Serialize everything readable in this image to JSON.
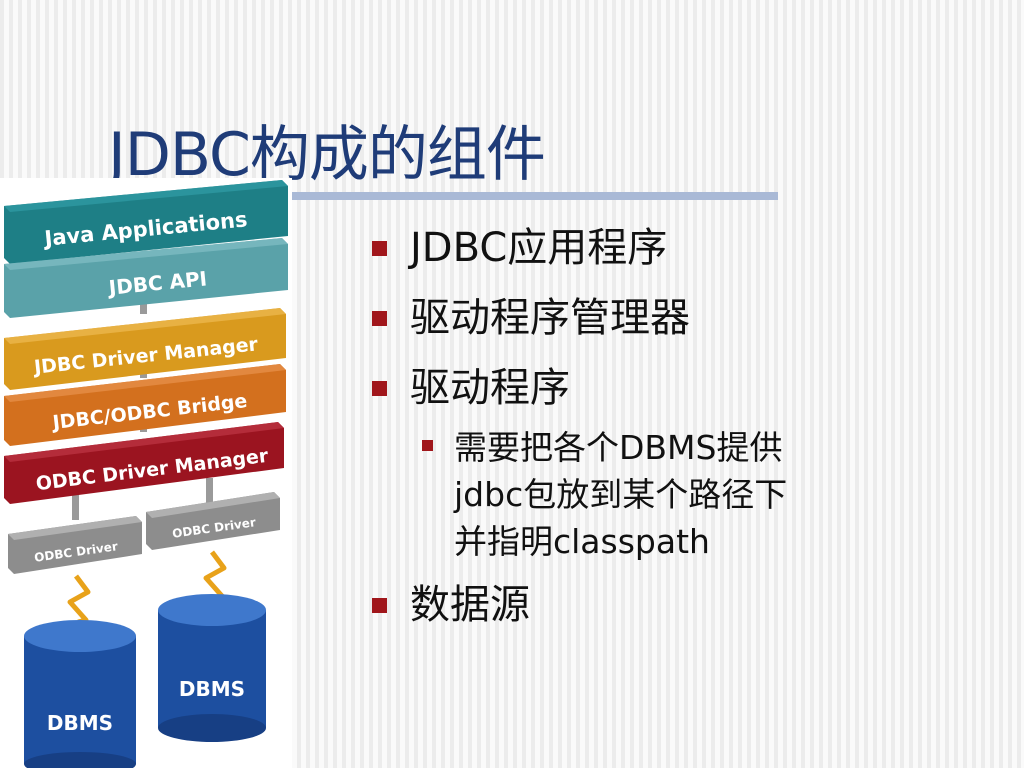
{
  "slide": {
    "title": "JDBC构成的组件"
  },
  "diagram": {
    "layers": [
      {
        "label": "Java Applications",
        "color": "#1e7f86"
      },
      {
        "label": "JDBC API",
        "color": "#5aa2a9"
      },
      {
        "label": "JDBC Driver Manager",
        "color": "#d99a1e"
      },
      {
        "label": "JDBC/ODBC Bridge",
        "color": "#d3701e"
      },
      {
        "label": "ODBC Driver Manager",
        "color": "#9b1420"
      }
    ],
    "drivers": [
      "ODBC Driver",
      "ODBC Driver"
    ],
    "databases": [
      "DBMS",
      "DBMS"
    ]
  },
  "bullets": [
    {
      "text": "JDBC应用程序"
    },
    {
      "text": "驱动程序管理器"
    },
    {
      "text": "驱动程序"
    },
    {
      "lines": [
        "需要把各个DBMS提供",
        "jdbc包放到某个路径下",
        "并指明classpath"
      ]
    },
    {
      "text": "数据源"
    }
  ],
  "colors": {
    "title": "#1f3c78",
    "bullet": "#a0161b",
    "rule": "#a9b9d6"
  }
}
